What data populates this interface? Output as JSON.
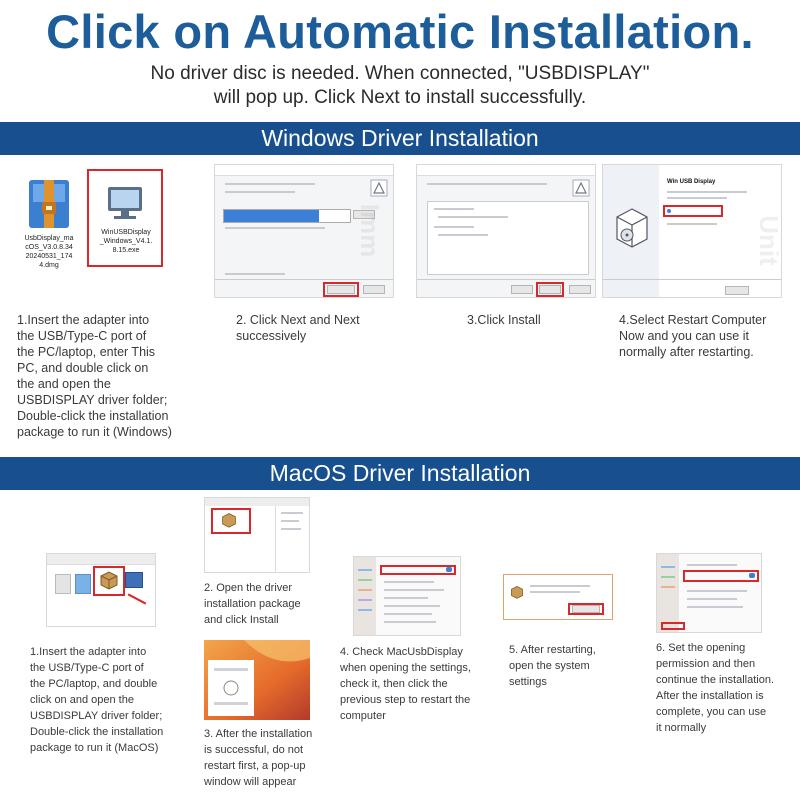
{
  "header": {
    "title": "Click on Automatic Installation.",
    "subtitle_line1": "No driver disc is needed. When connected, \"USBDISPLAY\"",
    "subtitle_line2": "will pop up. Click Next to install successfully."
  },
  "windows": {
    "banner": "Windows Driver Installation",
    "files": {
      "zip_name": "UsbDisplay_macOS_V3.0.8.34_20240531_1744.dmg",
      "zip_label_lines": [
        "UsbDisplay_ma",
        "cOS_V3.0.8.34",
        "20240531_174",
        "4.dmg"
      ],
      "exe_label_lines": [
        "WinUSBDisplay",
        "_Windows_V4.1.",
        "8.15.exe"
      ]
    },
    "steps": [
      {
        "lines": [
          "1.Insert the adapter into",
          "the USB/Type-C port of",
          "the PC/laptop, enter This",
          "PC, and double click on",
          "the and open the",
          "USBDISPLAY driver folder;",
          "Double-click the installation",
          "package to run it (Windows)"
        ]
      },
      {
        "lines": [
          "2. Click Next and Next",
          "successively"
        ]
      },
      {
        "lines": [
          "3.Click Install"
        ]
      },
      {
        "lines": [
          "4.Select Restart Computer",
          "Now and you can use it",
          "normally after restarting."
        ]
      }
    ],
    "dialog4_title": "Win USB Display"
  },
  "mac": {
    "banner": "MacOS Driver Installation",
    "steps": [
      {
        "lines": [
          "1.Insert the adapter into",
          "the USB/Type-C port of",
          "the PC/laptop, and double",
          "click on and open the",
          "USBDISPLAY driver folder;",
          "Double-click the installation",
          "package to run it (MacOS)"
        ]
      },
      {
        "lines": [
          "2. Open the driver",
          "installation package",
          "and click Install"
        ]
      },
      {
        "lines": [
          "3. After the installation",
          "is successful, do not",
          "restart first, a pop-up",
          "window will appear"
        ]
      },
      {
        "lines": [
          "4. Check MacUsbDisplay",
          "when opening the settings,",
          "check it, then click the",
          "previous step to restart the",
          "computer"
        ]
      },
      {
        "lines": [
          "5. After restarting,",
          "open the system",
          "settings"
        ]
      },
      {
        "lines": [
          "6. Set the opening",
          "permission and then",
          "continue the installation.",
          "After the installation is",
          "complete, you can use",
          "it normally"
        ]
      }
    ]
  },
  "colors": {
    "title_blue": "#1d5d9a",
    "banner_blue": "#18508f",
    "highlight_red": "#d9282c"
  }
}
